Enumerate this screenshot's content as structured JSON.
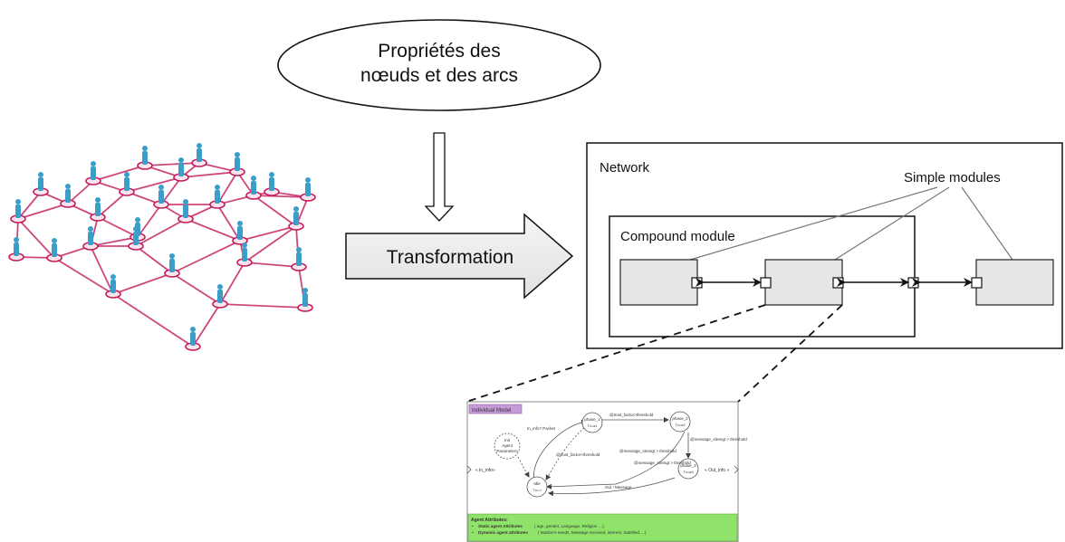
{
  "ellipse": {
    "line1": "Propriétés des",
    "line2": "nœuds et des arcs"
  },
  "transformation": {
    "label": "Transformation"
  },
  "network": {
    "title": "Network",
    "simple_modules_label": "Simple modules",
    "compound_label": "Compound module"
  },
  "individual_model": {
    "header": "Individual Model",
    "states": {
      "init": [
        "Init",
        "Agent",
        "Parameters"
      ],
      "idle": [
        "Idle",
        "Tx=-t"
      ],
      "phase1": [
        "phase_1",
        "Tx=a1"
      ],
      "phase2": [
        "phase_2",
        "Tx=a2"
      ],
      "phase3": [
        "phase_3",
        "Tx=a3"
      ]
    },
    "transitions": {
      "in_info_packet": "In_info? Packet",
      "trust_above": "@trust_factor>threshold",
      "trust_below": "@trust_factor<threshold",
      "message_strength_mid": "@message_strengt > threshold",
      "message_strength_right": "@message_strengt > threshold",
      "message_strength_lower": "@message_strengt > threshold",
      "out_message": "Out ! Message"
    },
    "ports": {
      "in": "« in_info»",
      "out": "« Out_info »"
    },
    "attributes": {
      "title": "Agent Attributes:",
      "static_label": "Static agent Attributes",
      "static_values": "( age, gender, Language, Religion …),",
      "dynamic_label": "Dynamic agent attributes",
      "dynamic_values": "( Maslov's needs, Message received,  interest, Satisfied….)"
    }
  },
  "colors": {
    "edge": "#c2185b",
    "person": "#3a9ec8",
    "module_fill": "#e6e6e6",
    "header_fill": "#c79bd8",
    "attr_fill": "#8fe36a"
  }
}
